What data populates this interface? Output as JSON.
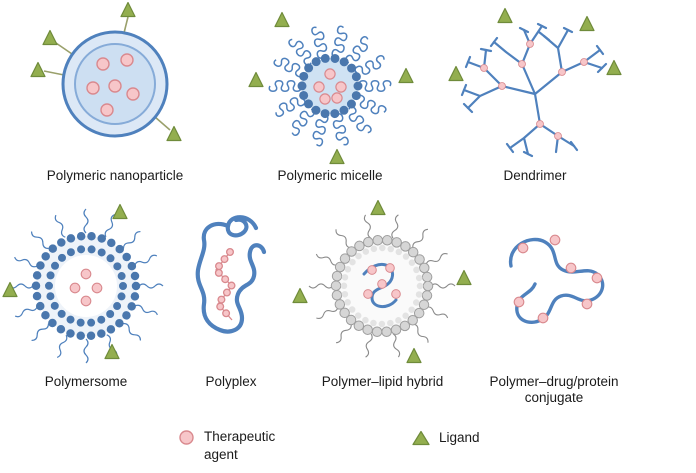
{
  "figure": {
    "panels": [
      {
        "id": "polymeric-nanoparticle",
        "label": "Polymeric nanoparticle"
      },
      {
        "id": "polymeric-micelle",
        "label": "Polymeric micelle"
      },
      {
        "id": "dendrimer",
        "label": "Dendrimer"
      },
      {
        "id": "polymersome",
        "label": "Polymersome"
      },
      {
        "id": "polyplex",
        "label": "Polyplex"
      },
      {
        "id": "polymer-lipid-hybrid",
        "label": "Polymer–lipid hybrid"
      },
      {
        "id": "polymer-drug-protein-conjugate",
        "label": "Polymer–drug/protein conjugate"
      }
    ],
    "legend": {
      "items": [
        {
          "symbol": "pink-circle",
          "label": "Therapeutic agent"
        },
        {
          "symbol": "green-triangle",
          "label": "Ligand"
        }
      ]
    },
    "colors": {
      "polymer_blue": "#4f81bd",
      "light_blue_fill": "#d7e4f4",
      "inner_blue_fill": "#cddff2",
      "drug_pink_fill": "#f7c6c9",
      "drug_pink_edge": "#d9898e",
      "ligand_green_fill": "#93ae4f",
      "ligand_green_edge": "#6f8b3b",
      "lipid_gray": "#cccccc",
      "text_color": "#1b1b1b"
    }
  }
}
